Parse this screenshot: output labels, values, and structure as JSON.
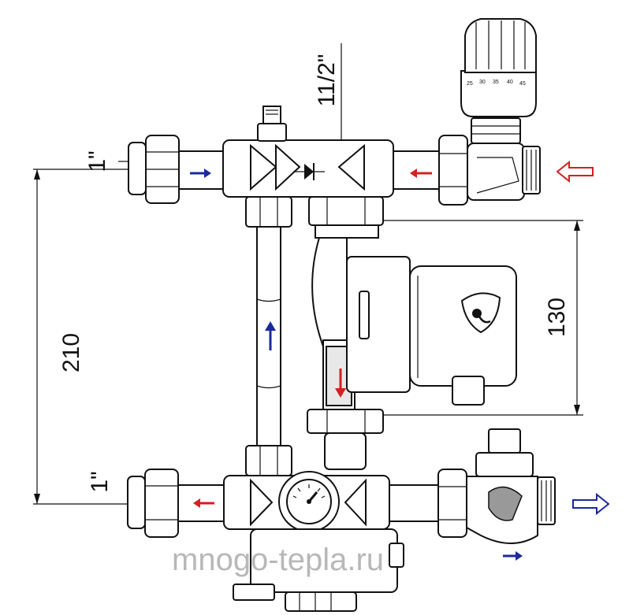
{
  "diagram": {
    "dimensions": {
      "top_connection": "1\"",
      "bottom_connection": "1\"",
      "center_distance": "210",
      "pump_height": "130",
      "riser_thread": "11/2\""
    },
    "thermostat_scale": [
      "25",
      "30",
      "35",
      "40",
      "45"
    ],
    "watermark": "mnogo-tepla.ru",
    "colors": {
      "supply_arrow": "#d42020",
      "return_arrow": "#1a2a9c",
      "line": "#111111",
      "watermark": "#b8b8b8"
    },
    "icons": {
      "check_valve_symbol": "diode-symbol-icon",
      "pump_logo": "shield-logo-icon"
    }
  }
}
